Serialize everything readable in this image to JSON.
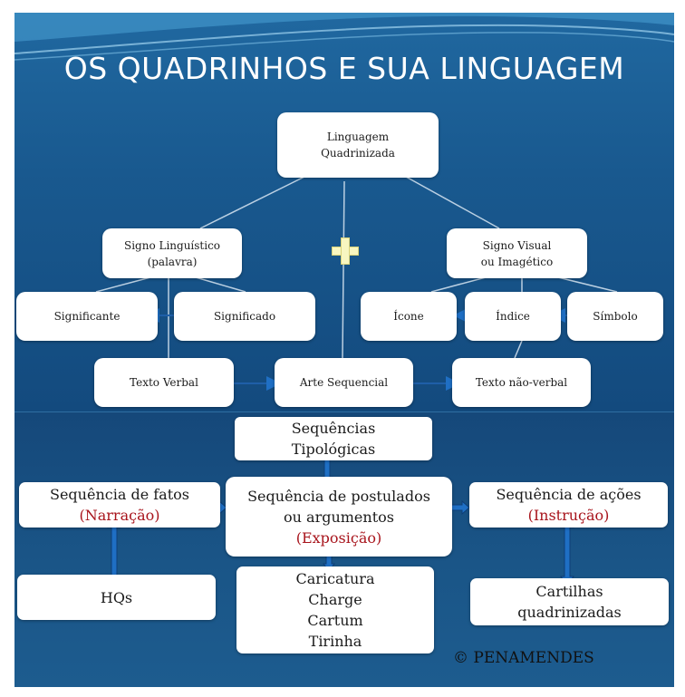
{
  "title": "OS QUADRINHOS E SUA LINGUAGEM",
  "top": {
    "root": [
      "Linguagem",
      "Quadrinizada"
    ],
    "signo_linguistico": [
      "Signo Linguístico",
      "(palavra)"
    ],
    "signo_visual": [
      "Signo Visual",
      "ou Imagético"
    ],
    "significante": "Significante",
    "significado": "Significado",
    "icone": "Ícone",
    "indice": "Índice",
    "simbolo": "Símbolo",
    "texto_verbal": "Texto Verbal",
    "arte_sequencial": "Arte Sequencial",
    "texto_nao_verbal": "Texto não-verbal"
  },
  "bottom": {
    "sequencias": [
      "Sequências",
      "Tipológicas"
    ],
    "fatos": [
      "Sequência de fatos",
      "(Narração)"
    ],
    "postulados": [
      "Sequência de postulados",
      "ou argumentos",
      "(Exposição)"
    ],
    "acoes": [
      "Sequência de ações",
      "(Instrução)"
    ],
    "hqs": "HQs",
    "charge_list": [
      "Caricatura",
      "Charge",
      "Cartum",
      "Tirinha"
    ],
    "cartilhas": [
      "Cartilhas",
      "quadrinizadas"
    ]
  },
  "copyright": "© PENAMENDES",
  "colors": {
    "background": "#1a5082",
    "box": "#ffffff",
    "accent_red": "#a8141c",
    "arrow": "#1f6fc4",
    "plus": "#f8f6c0"
  }
}
